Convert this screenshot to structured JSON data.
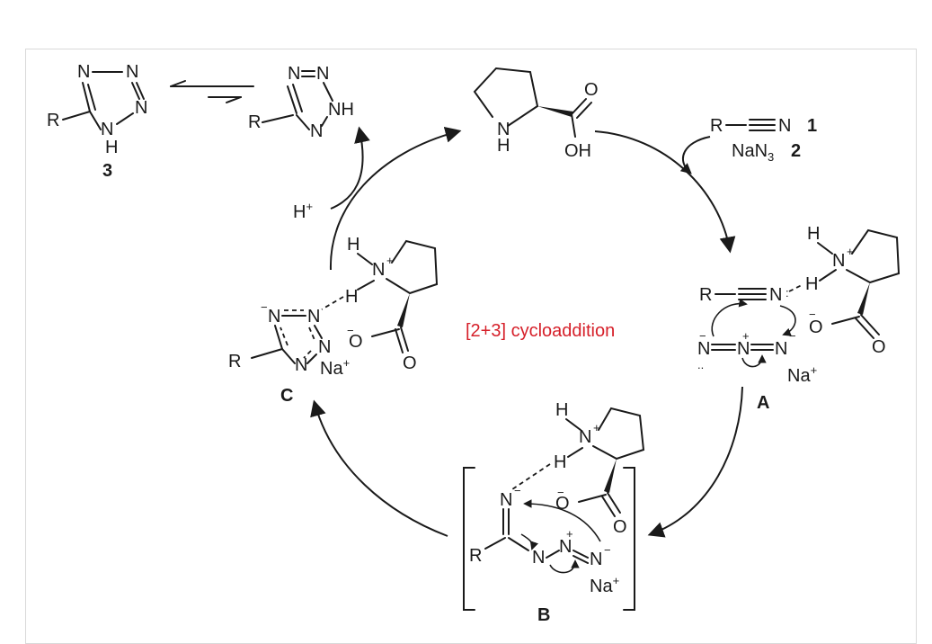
{
  "labels": {
    "compound1": "1",
    "compound2": "2",
    "compound3": "3",
    "intA": "A",
    "intB": "B",
    "intC": "C",
    "reagent_nitrile": "R",
    "reagent_nitrile_N": "N",
    "reagent_azide": "NaN",
    "reagent_azide_sub": "3",
    "proton": "H",
    "proton_charge": "+",
    "sodium": "Na",
    "sodium_charge": "+",
    "center_text": "[2+3] cycloaddition"
  },
  "colors": {
    "ink": "#1a1a1a",
    "center_text": "#d6202a",
    "frame_border": "#d9d9d9"
  }
}
